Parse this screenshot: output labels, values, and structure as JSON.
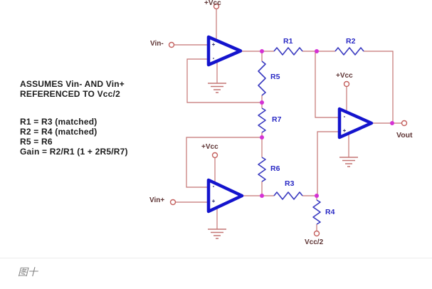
{
  "caption": "图十",
  "notes": {
    "assumption_line1": "ASSUMES Vin- AND Vin+",
    "assumption_line2": "REFERENCED TO Vcc/2",
    "match1": "R1 = R3 (matched)",
    "match2": "R2 = R4 (matched)",
    "match3": "R5 = R6",
    "gain": "Gain = R2/R1 (1 + 2R5/R7)"
  },
  "schematic": {
    "type": "three-opamp-instrumentation-amplifier",
    "power_labels": {
      "top": "+Vcc",
      "middle": "+Vcc",
      "bottom": "+Vcc"
    },
    "net_labels": {
      "vin_minus": "Vin-",
      "vin_plus": "Vin+",
      "vout": "Vout",
      "vcc_half": "Vcc/2"
    },
    "resistors": {
      "r1": "R1",
      "r2": "R2",
      "r3": "R3",
      "r4": "R4",
      "r5": "R5",
      "r6": "R6",
      "r7": "R7"
    },
    "pin_marks": {
      "plus": "+",
      "minus": "-"
    },
    "colors": {
      "wire": "#c47573",
      "opamp_outline": "#1414cd",
      "resistor_symbol": "#3a3ac0",
      "resistor_label": "#2929c4",
      "junction_dot": "#d431d4",
      "net_label": "#5e3434",
      "note_text": "#1c1c1c",
      "caption_text": "#808080"
    }
  }
}
